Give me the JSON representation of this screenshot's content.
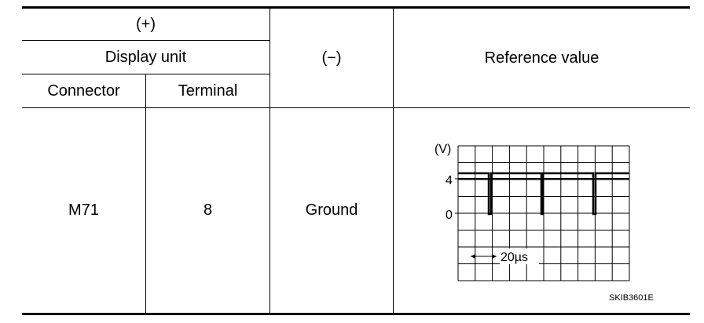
{
  "header": {
    "plus": "(+)",
    "display_unit": "Display unit",
    "minus": "(−)",
    "reference": "Reference value",
    "connector": "Connector",
    "terminal": "Terminal"
  },
  "row": {
    "connector": "M71",
    "terminal": "8",
    "minus": "Ground"
  },
  "scope": {
    "unit_label": "(V)",
    "y_ticks": [
      "4",
      "0"
    ],
    "time_label": "20µs",
    "figure_code": "SKIB3601E"
  }
}
